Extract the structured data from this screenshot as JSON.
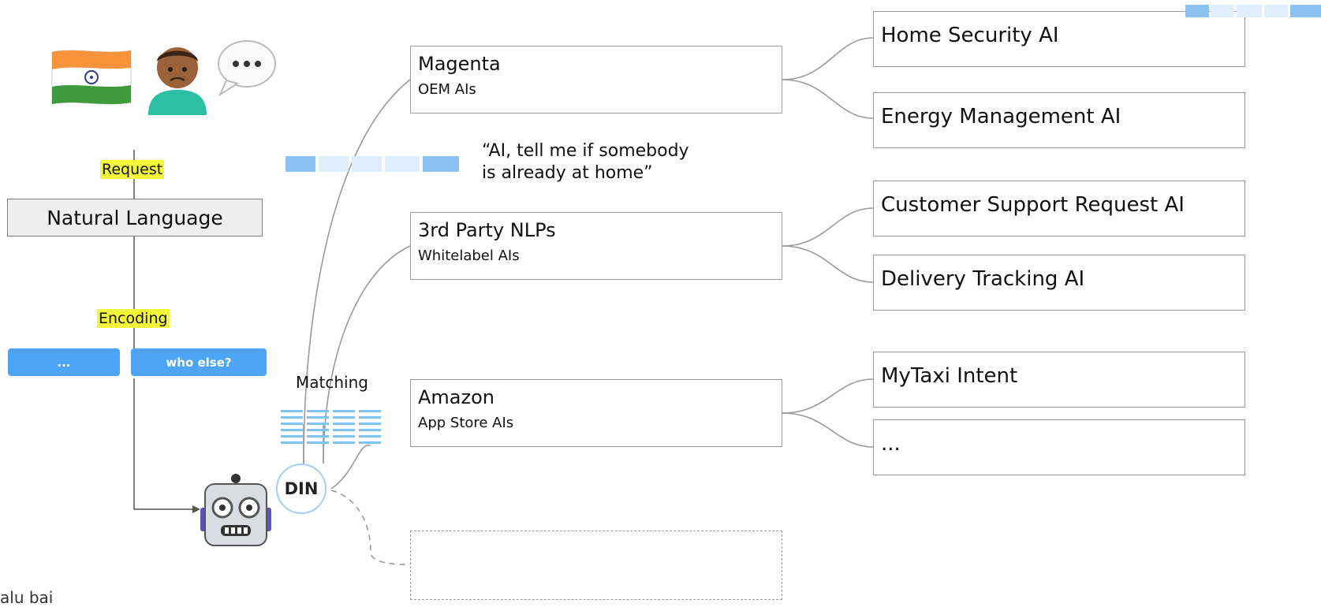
{
  "left": {
    "request_label": "Request",
    "box_label": "Natural Language",
    "encoding_label": "Encoding",
    "pills": [
      "...",
      "who else?"
    ]
  },
  "middle": {
    "quote_line1": "“AI, tell me if somebody",
    "quote_line2": "is already at home”",
    "matching_label": "Matching",
    "din_label": "DIN"
  },
  "providers": [
    {
      "title": "Magenta",
      "subtitle": "OEM AIs"
    },
    {
      "title": "3rd Party NLPs",
      "subtitle": "Whitelabel AIs"
    },
    {
      "title": "Amazon",
      "subtitle": "App Store AIs"
    }
  ],
  "leaves": [
    "Home Security AI",
    "Energy Management AI",
    "Customer Support Request AI",
    "Delivery Tracking AI",
    "MyTaxi Intent",
    "..."
  ],
  "icons": {
    "flag": "india-flag-icon",
    "person": "person-frowning-icon",
    "speech": "speech-bubble-icon",
    "robot": "robot-icon"
  },
  "footer_cut_text": "alu bai"
}
